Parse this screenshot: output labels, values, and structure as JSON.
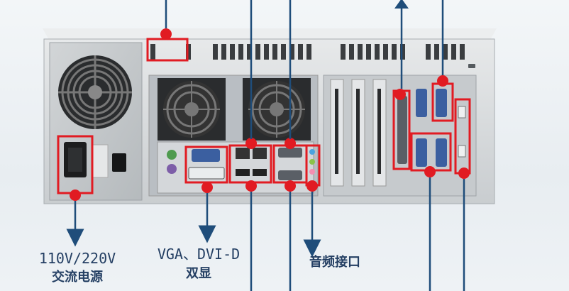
{
  "captions": {
    "power": {
      "line1": "110V/220V",
      "line2": "交流电源"
    },
    "display": {
      "line1": "VGA、DVI-D",
      "line2": "双显"
    },
    "audio": {
      "line1": "音频接口"
    }
  },
  "colors": {
    "chassis": "#d6d9dc",
    "panel": "#b9bec3",
    "callout": "#e11b22",
    "arrow": "#1f4d7a",
    "text": "#243f63"
  }
}
